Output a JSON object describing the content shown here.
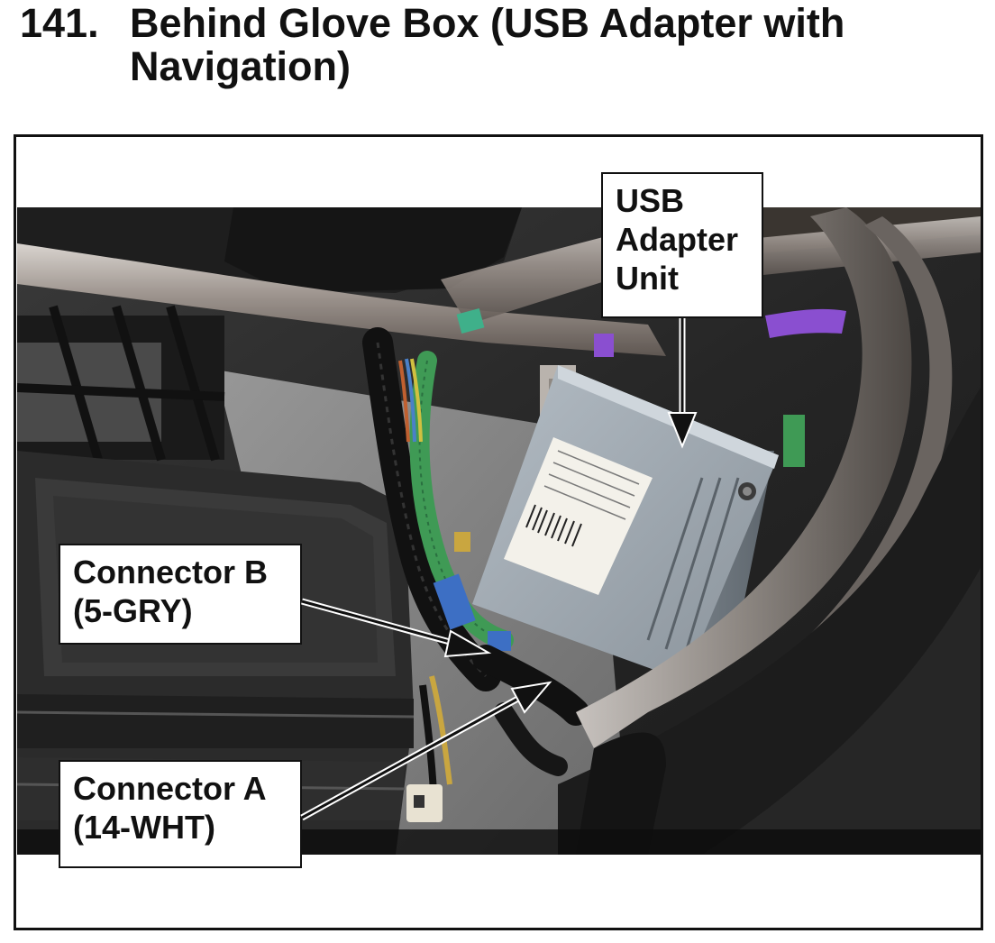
{
  "header": {
    "step_number": "141.",
    "title_line1": "Behind Glove Box (USB Adapter with",
    "title_line2": "Navigation)"
  },
  "callouts": {
    "usb_adapter": {
      "line1": "USB",
      "line2": "Adapter",
      "line3": "Unit"
    },
    "connector_b": {
      "line1": "Connector B",
      "line2": "(5-GRY)"
    },
    "connector_a": {
      "line1": "Connector A",
      "line2": "(14-WHT)"
    }
  },
  "colors": {
    "harness_green": "#3f9a55",
    "tape_purple": "#8a4fd0",
    "tape_blue": "#3d6fc4",
    "unit_gray": "#9aa3ab",
    "tape_teal": "#3fb08a"
  }
}
